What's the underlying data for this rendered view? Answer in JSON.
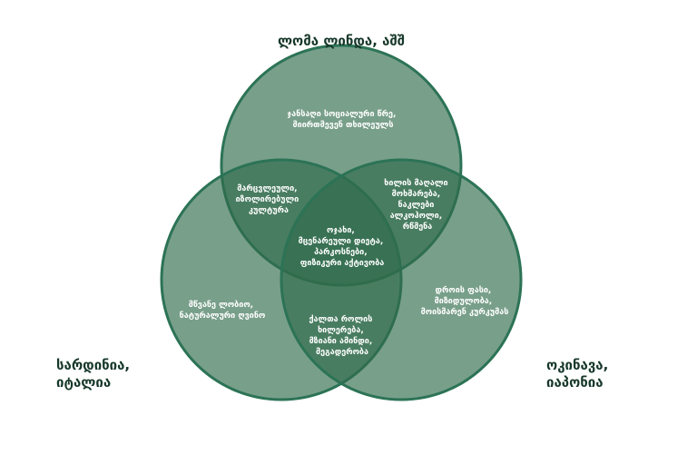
{
  "colors": {
    "circle_fill": "#2f6b4c",
    "circle_stroke": "#2c7356",
    "label_text": "#17382a",
    "region_text": "#ffffff"
  },
  "sets": {
    "top": {
      "label_lines": [
        "ლომა ლინდა, აშშ"
      ]
    },
    "left": {
      "label_lines": [
        "სარდინია,",
        "იტალია"
      ]
    },
    "right": {
      "label_lines": [
        "ოკინავა,",
        "იაპონია"
      ]
    }
  },
  "regions": {
    "top_only": [
      "ჯანსაღი სოციალური წრე,",
      "მიირთმევენ თხილეულს"
    ],
    "left_only": [
      "მწვანე ლობიო,",
      "ნატურალური ღვინო"
    ],
    "right_only": [
      "დროის ფასი,",
      "მიზიდულობა,",
      "მოისმარენ კურკუმას"
    ],
    "top_left": [
      "მარცვლეული,",
      "იზოლირებული",
      "კულტურა"
    ],
    "top_right": [
      "ხილის მაღალი",
      "მოხმარება,",
      "ნაკლები",
      "ალკოჰოლი,",
      "რწმენა"
    ],
    "left_right": [
      "ქალთა როლის",
      "ხილერება,",
      "მზიანი ამინდი,",
      "მეგადერობა"
    ],
    "center": [
      "ოჯახი,",
      "მცენარეული დიეტა,",
      "პარკოსნები,",
      "ფიზიკური აქტივობა"
    ]
  }
}
